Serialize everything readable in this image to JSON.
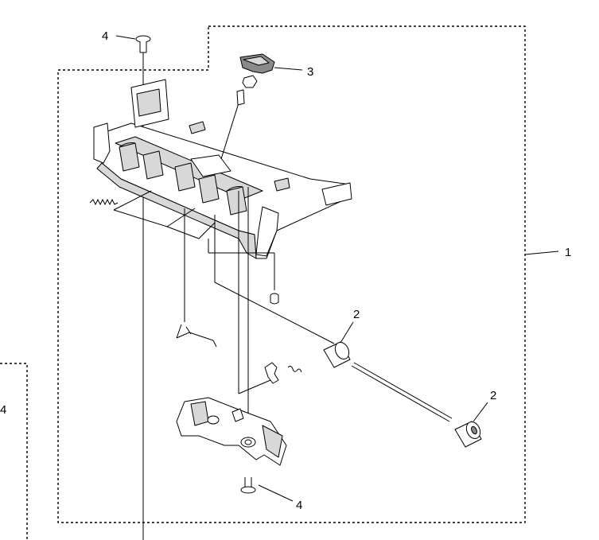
{
  "diagram": {
    "callouts": {
      "label_1": "1",
      "label_2_upper": "2",
      "label_2_lower": "2",
      "label_3": "3",
      "label_4_top": "4",
      "label_4_bottom": "4",
      "label_4_edge": "4"
    }
  }
}
